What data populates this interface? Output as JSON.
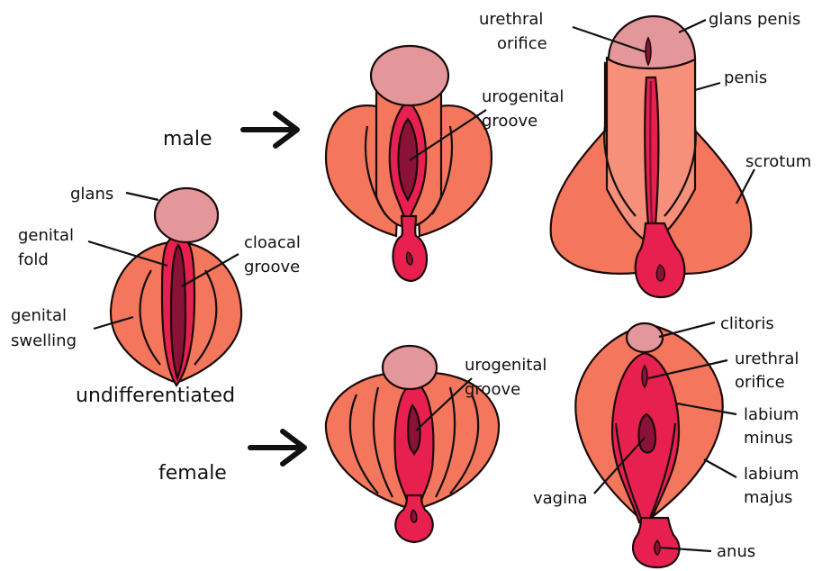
{
  "colors": {
    "outer_tissue": "#f4765c",
    "outer_tissue_light": "#f7907a",
    "inner_fold": "#e8204f",
    "groove": "#8a1237",
    "glans": "#e4979b",
    "outline": "#1a0a0a",
    "background": "#ffffff"
  },
  "headings": {
    "male": "male",
    "female": "female",
    "undifferentiated": "undifferentiated"
  },
  "arrows": {
    "male_arrow_icon": "arrow-right",
    "female_arrow_icon": "arrow-right"
  },
  "labels": {
    "undiff": {
      "glans": "glans",
      "genital_fold": [
        "genital",
        "fold"
      ],
      "cloacal_groove": [
        "cloacal",
        "groove"
      ],
      "genital_swelling": [
        "genital",
        "swelling"
      ]
    },
    "male_mid": {
      "urogenital_groove": [
        "urogenital",
        "groove"
      ]
    },
    "male_final": {
      "urethral_orifice": [
        "urethral",
        "orifice"
      ],
      "glans_penis": "glans penis",
      "penis": "penis",
      "scrotum": "scrotum"
    },
    "female_mid": {
      "urogenital_groove": [
        "urogenital",
        "groove"
      ]
    },
    "female_final": {
      "clitoris": "clitoris",
      "urethral_orifice": [
        "urethral",
        "orifice"
      ],
      "labium_minus": [
        "labium",
        "minus"
      ],
      "labium_majus": [
        "labium",
        "majus"
      ],
      "vagina": "vagina",
      "anus": "anus"
    }
  }
}
